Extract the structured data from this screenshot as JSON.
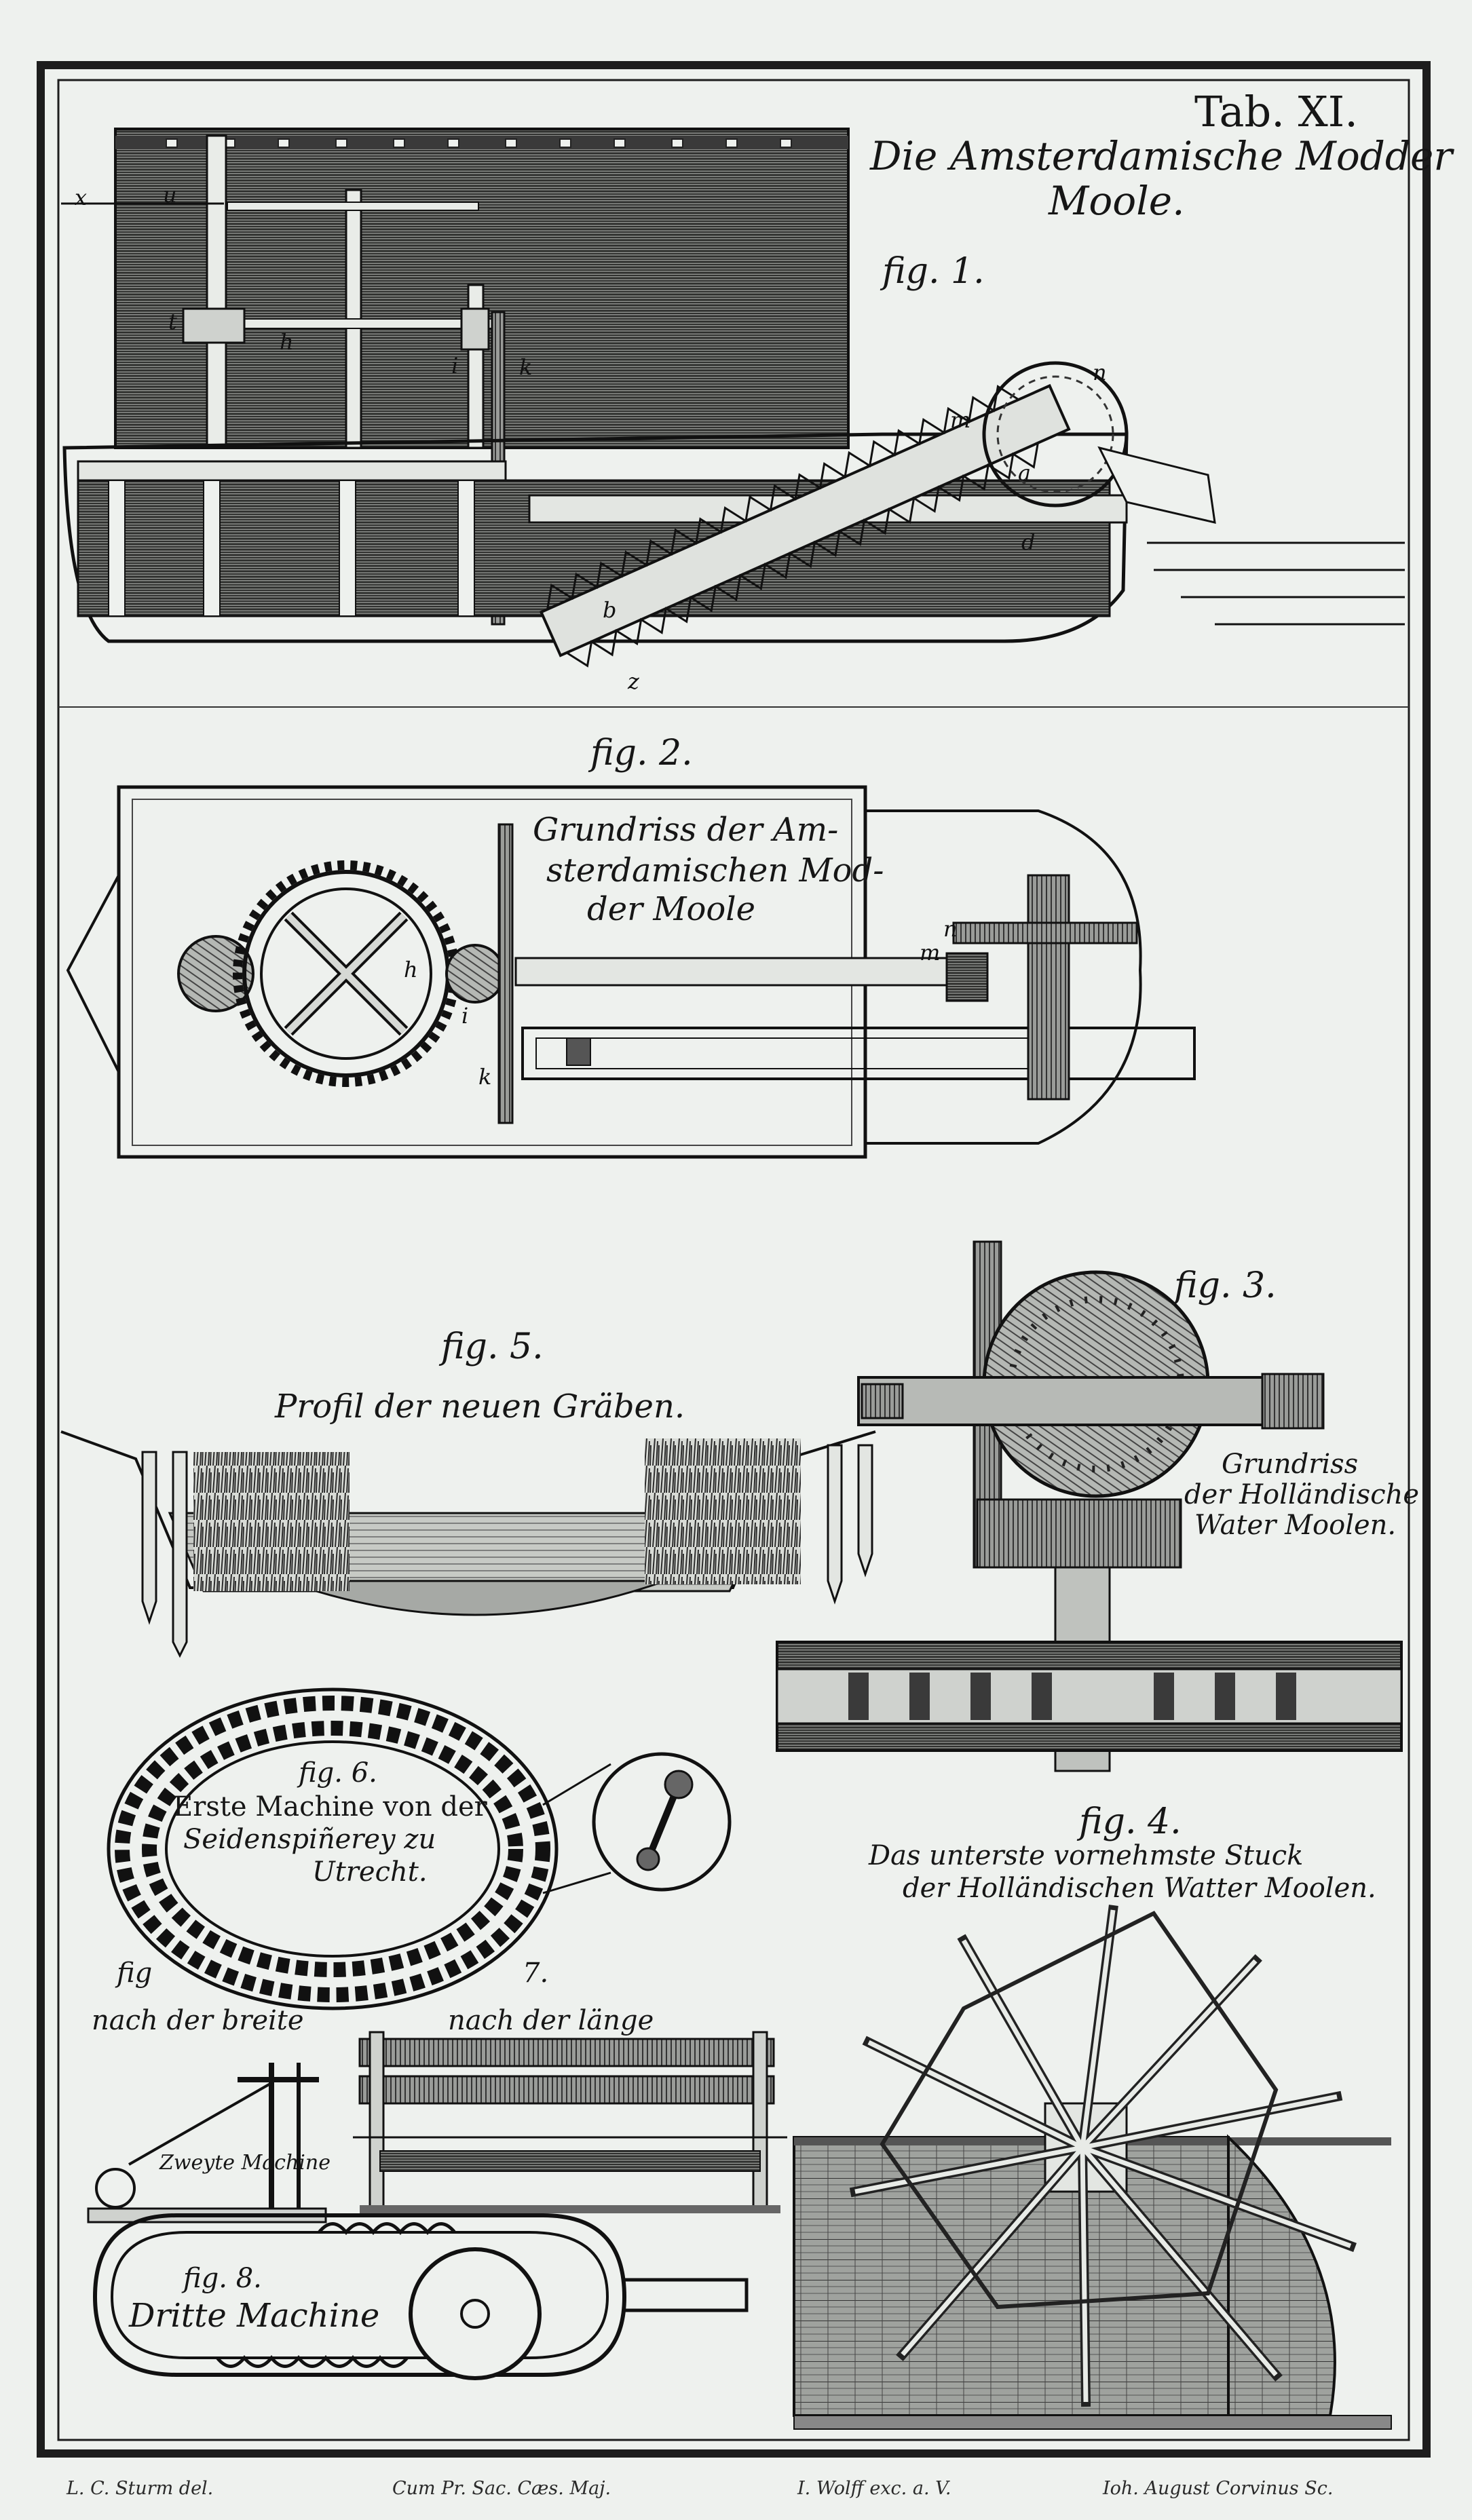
{
  "plate": {
    "tab": "Tab. XI.",
    "title_line1": "Die Amsterdamische Modder",
    "title_line2": "Moole."
  },
  "figures": {
    "fig1_label": "fig. 1.",
    "fig2_label": "fig. 2.",
    "fig2_caption": [
      "Grundriss der Am-",
      "sterdamischen Mod-",
      "der Moole"
    ],
    "fig3_label": "fig. 3.",
    "fig3_caption": [
      "Grundriss",
      "der Holländische",
      "Water Moolen."
    ],
    "fig4_label": "fig. 4.",
    "fig4_caption": [
      "Das unterste vornehmste Stuck",
      "der Holländischen Watter Moolen."
    ],
    "fig5_label": "fig. 5.",
    "fig5_caption": "Profil der neuen Gräben.",
    "fig6_label": "fig. 6.",
    "fig6_caption": [
      "Erste Machine von der",
      "Seidenspiñerey zu",
      "Utrecht."
    ],
    "fig7_label_a": "fig",
    "fig7_label_b": "7.",
    "fig7_sub_left": "nach der breite",
    "fig7_sub_right": "nach der länge",
    "fig7_machine": "Zweyte Machine",
    "fig8_label": "fig. 8.",
    "fig8_caption": "Dritte Machine"
  },
  "letters": {
    "x": "x",
    "u": "u",
    "t": "t",
    "h": "h",
    "i": "i",
    "k": "k",
    "m": "m",
    "n": "n",
    "a": "a",
    "b": "b",
    "d": "d",
    "z": "z"
  },
  "footer": {
    "delineator": "L. C. Sturm del.",
    "privilege": "Cum Pr. Sac. Cæs. Maj.",
    "publisher": "I. Wolff exc. a. V.",
    "engraver": "Ioh. August Corvinus Sc."
  }
}
